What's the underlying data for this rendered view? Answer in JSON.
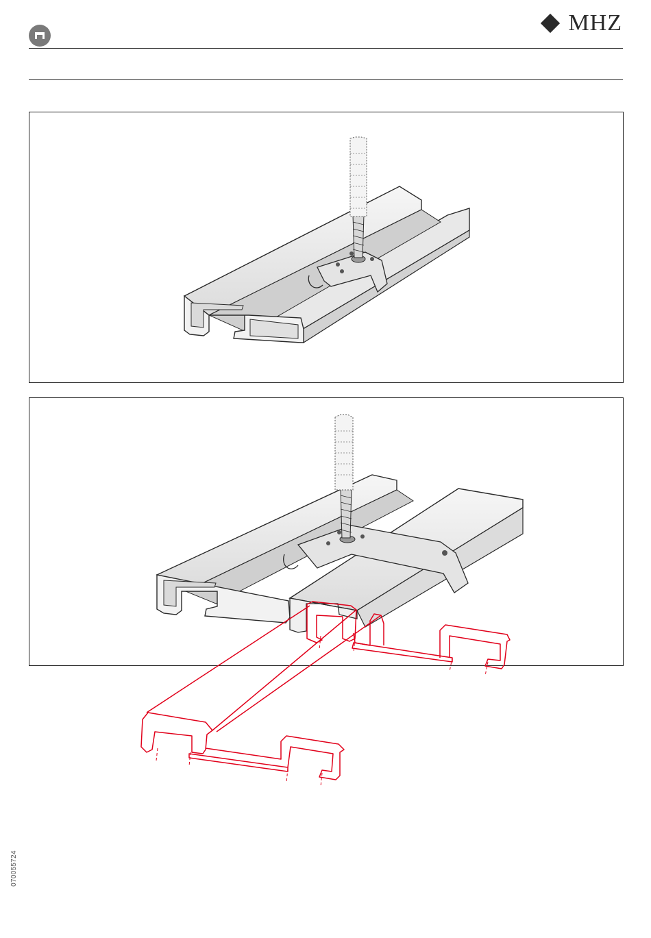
{
  "header": {
    "brand_name": "MHZ",
    "icon": "rail-profile-icon"
  },
  "figures": [
    {
      "id": "figure-1",
      "subject": "fastener-in-single-rail"
    },
    {
      "id": "figure-2",
      "subject": "fastener-joining-two-rails-with-section"
    }
  ],
  "footer": {
    "document_code": "070055724"
  },
  "colors": {
    "accent_section": "#e1001a",
    "rail_fill": "#ececec",
    "rail_stroke": "#2a2a2a",
    "icon_bg": "#7a7a7a"
  }
}
